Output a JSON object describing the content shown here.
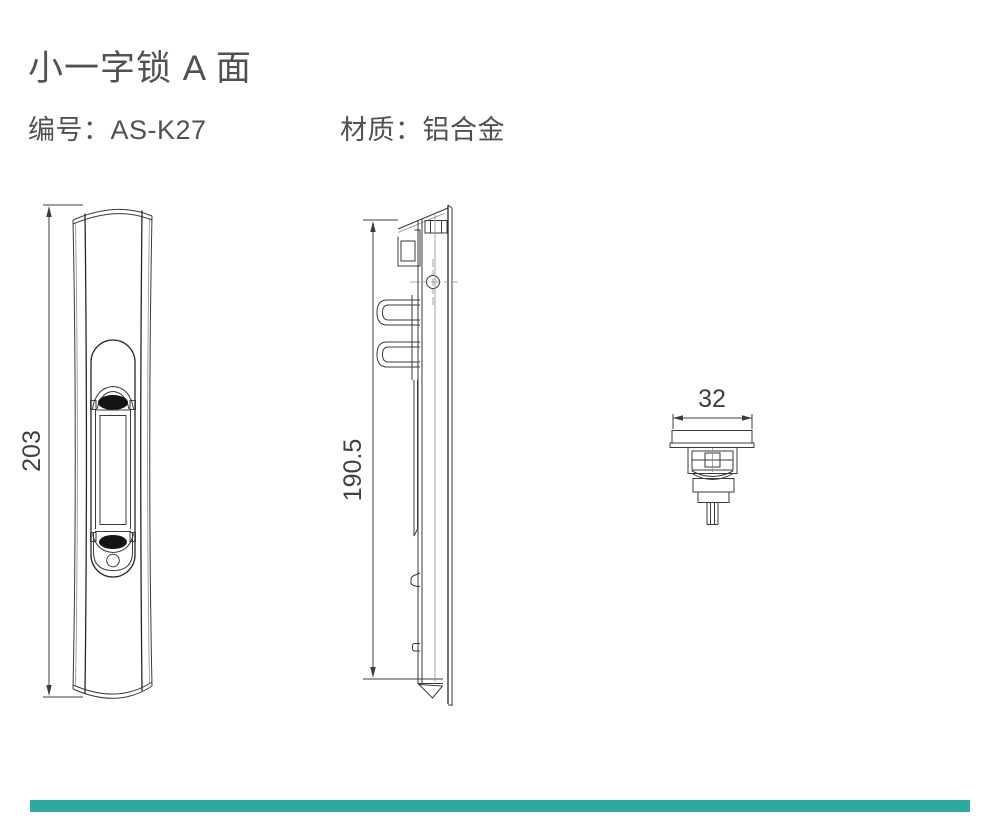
{
  "page": {
    "title_text": "小一字锁 A 面"
  },
  "specs": {
    "code_label": "编号：",
    "code_value": "AS-K27",
    "material_label": "材质：",
    "material_value": "铝合金"
  },
  "drawings": {
    "front_view": {
      "name": "front-view",
      "dim_height": "203"
    },
    "side_view": {
      "name": "side-view",
      "dim_height": "190.5"
    },
    "top_view": {
      "name": "top-view",
      "dim_width": "32"
    }
  },
  "colors": {
    "text": "#515151",
    "line": "#3a3a3a",
    "dark_fill": "#141414",
    "accent_teal": "#2fa8a2"
  }
}
